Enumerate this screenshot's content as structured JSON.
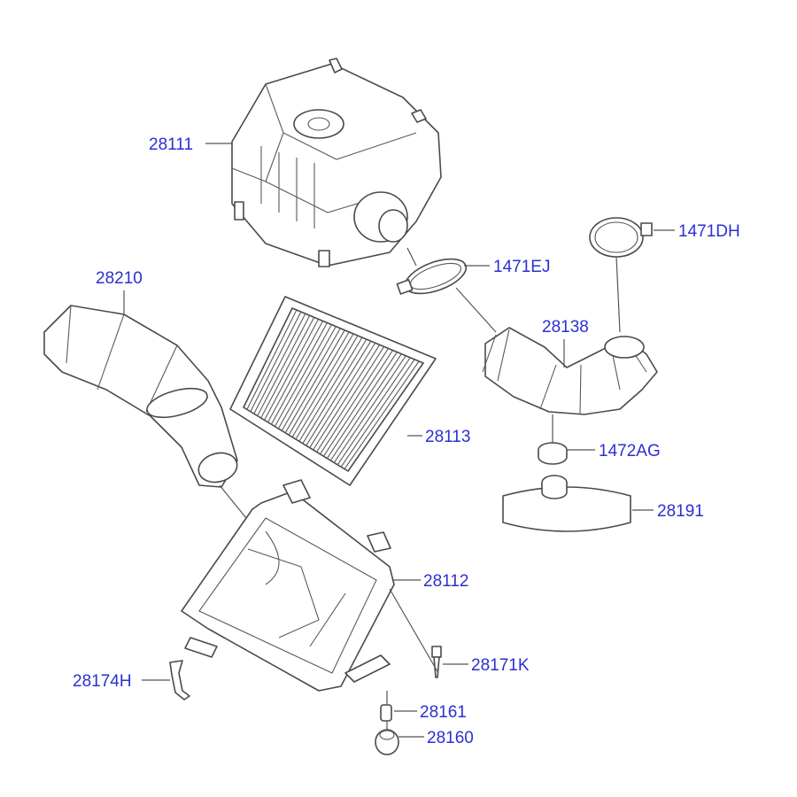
{
  "labels": {
    "p28111": "28111",
    "p1471DH": "1471DH",
    "p1471EJ": "1471EJ",
    "p28210": "28210",
    "p28138": "28138",
    "p28113": "28113",
    "p1472AG": "1472AG",
    "p28191": "28191",
    "p28112": "28112",
    "p28171K": "28171K",
    "p28174H": "28174H",
    "p28161": "28161",
    "p28160": "28160"
  },
  "colors": {
    "label": "#2b2fd2",
    "line": "#4a4a4a"
  }
}
